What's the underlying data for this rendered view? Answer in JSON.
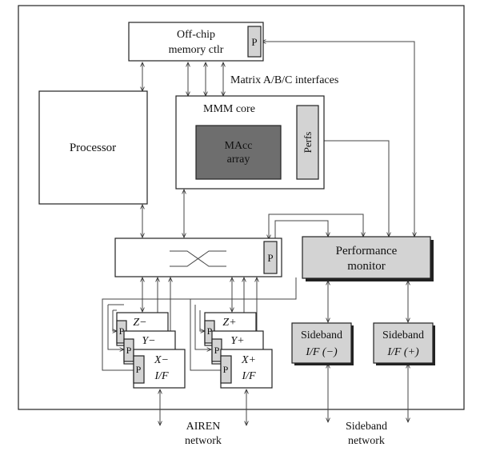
{
  "labels": {
    "offchip_line1": "Off-chip",
    "offchip_line2": "memory ctlr",
    "p": "P",
    "matrix_if": "Matrix A/B/C interfaces",
    "mmm_core": "MMM core",
    "macc_line1": "MAcc",
    "macc_line2": "array",
    "perfs": "Perfs",
    "processor": "Processor",
    "perf_mon_line1": "Performance",
    "perf_mon_line2": "monitor",
    "z_minus": "Z−",
    "y_minus": "Y−",
    "x_minus": "X−",
    "z_plus": "Z+",
    "y_plus": "Y+",
    "x_plus": "X+",
    "if": "I/F",
    "sb_line1": "Sideband",
    "sb_minus": "I/F (−)",
    "sb_plus": "I/F (+)",
    "airen_line1": "AIREN",
    "airen_line2": "network",
    "sbnet_line1": "Sideband",
    "sbnet_line2": "network"
  },
  "colors": {
    "macc_fill": "#6e6e6e",
    "gray_block": "#d3d3d3",
    "line": "#444444"
  }
}
